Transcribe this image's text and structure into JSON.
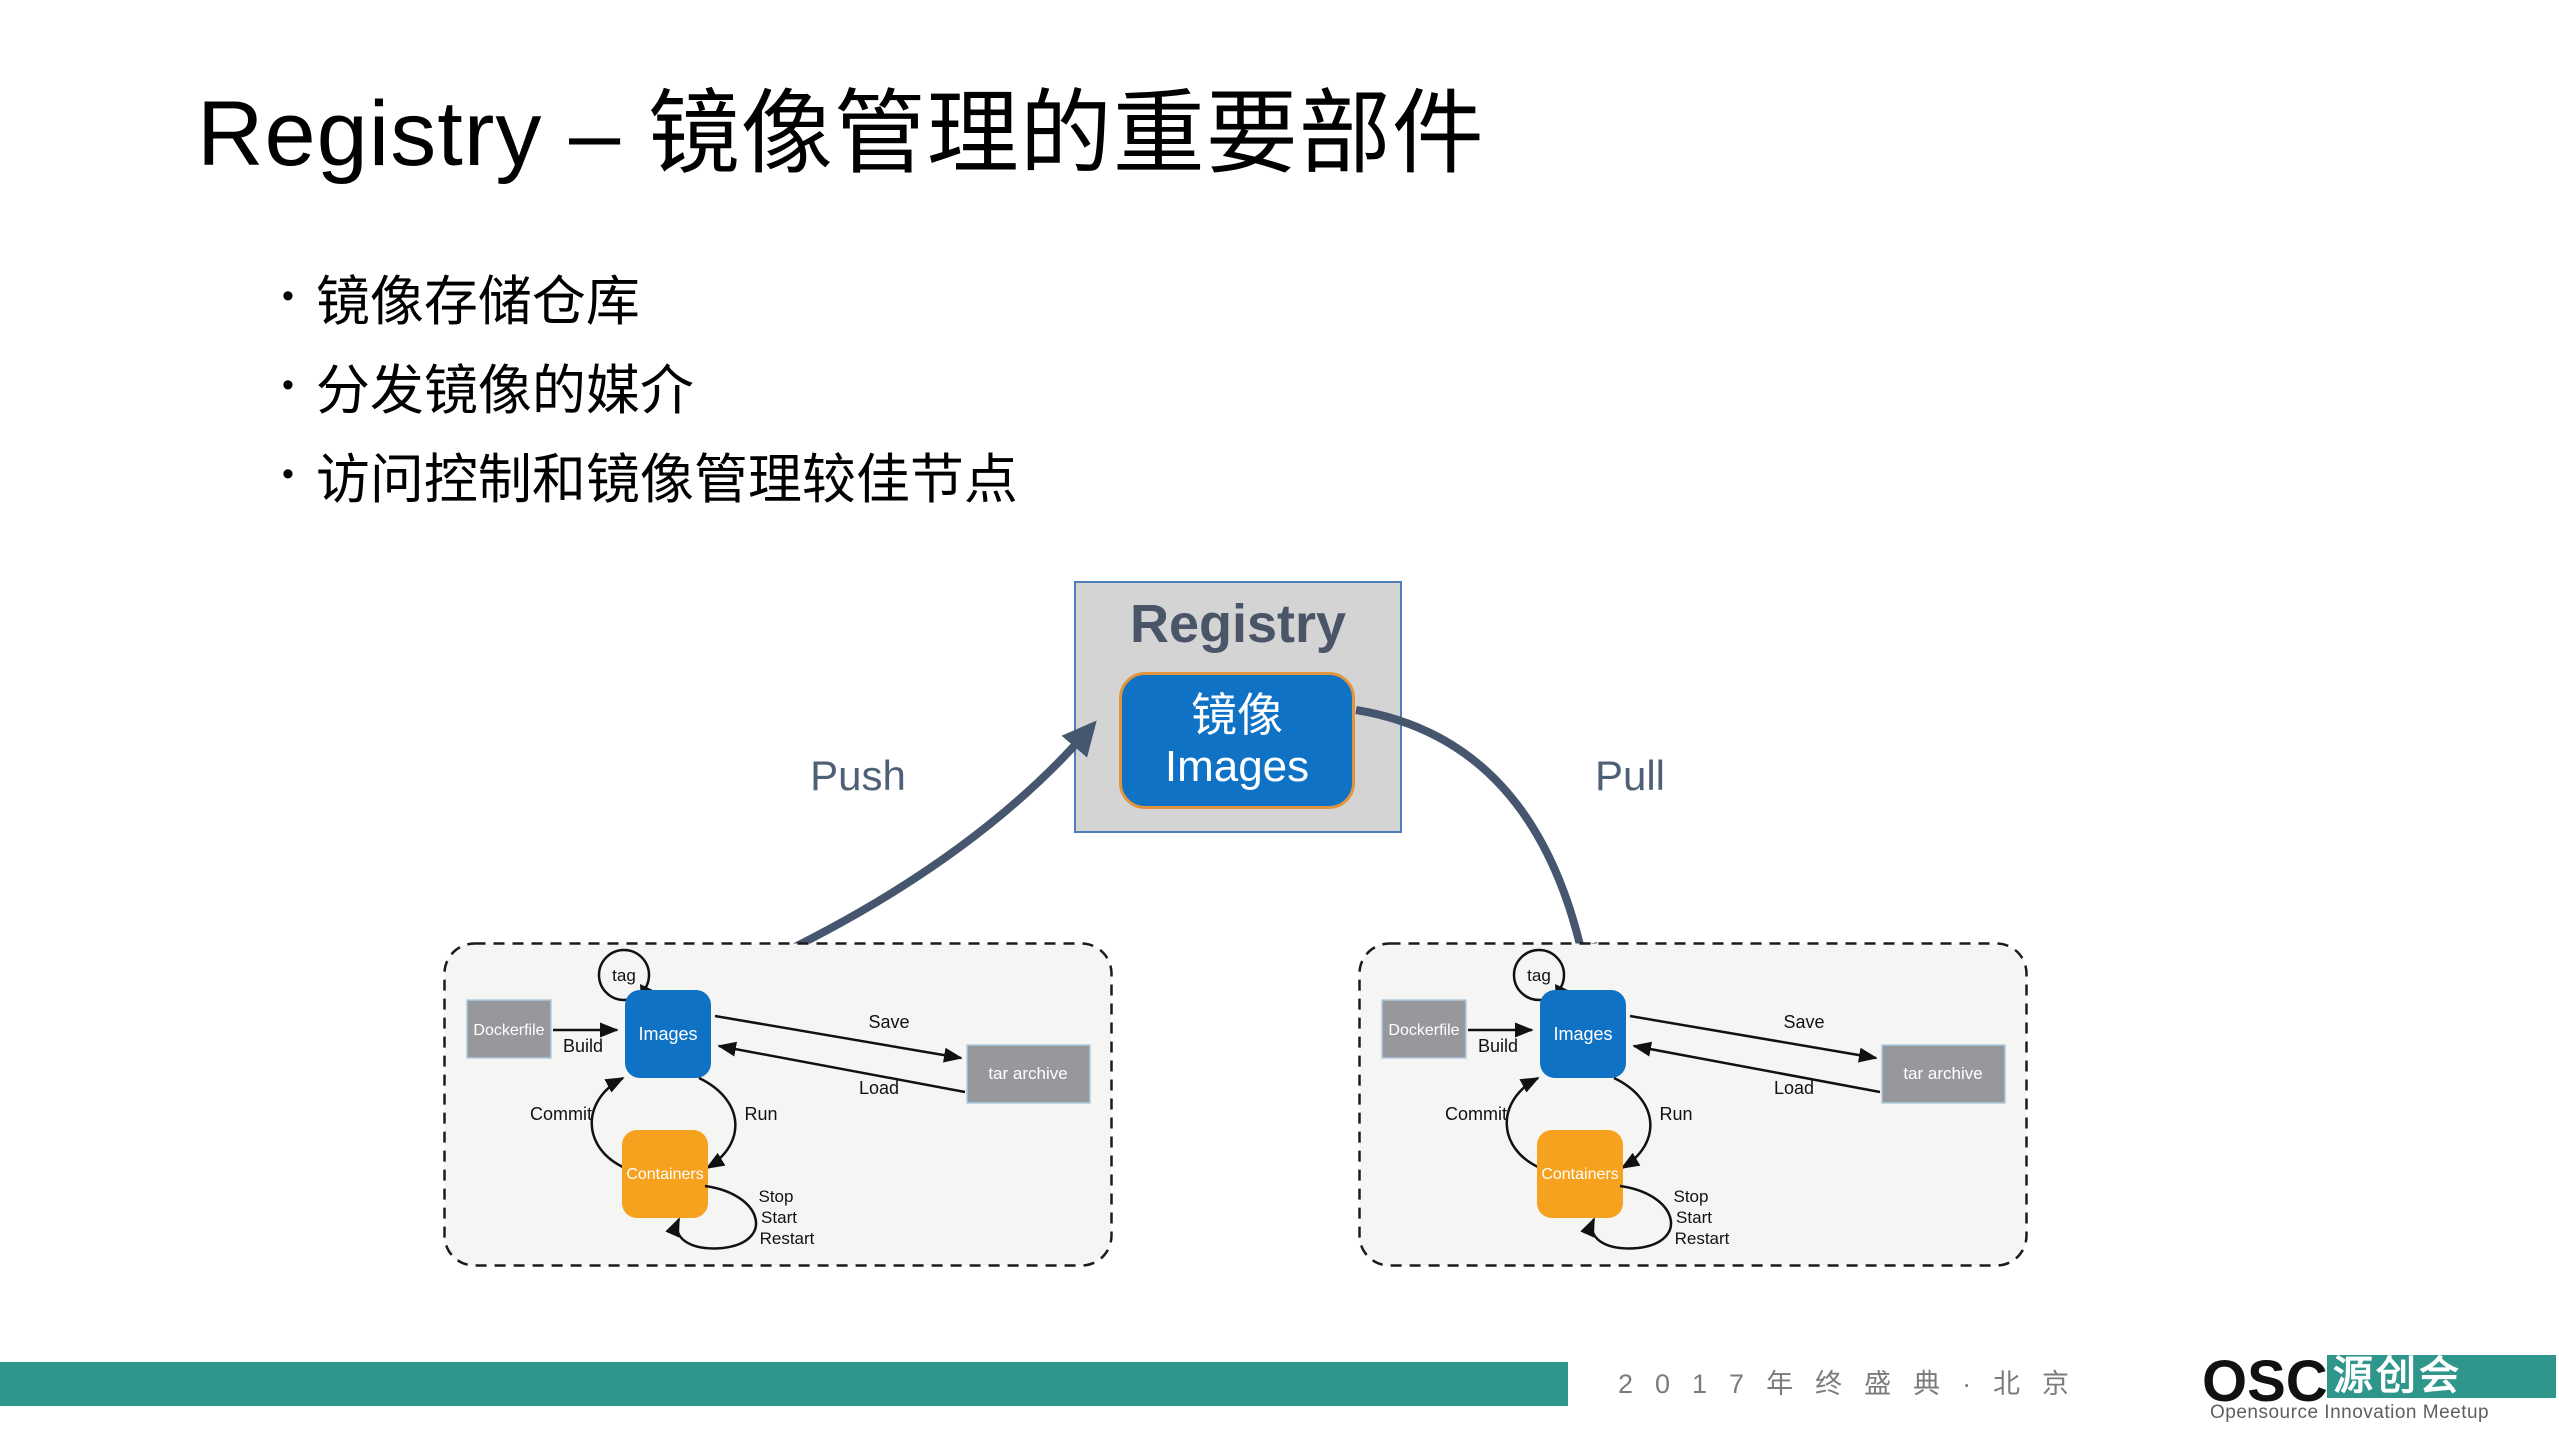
{
  "slide": {
    "title": "Registry – 镜像管理的重要部件",
    "bullet_glyph": "•",
    "bullets": [
      {
        "text": "镜像存储仓库"
      },
      {
        "text": "分发镜像的媒介"
      },
      {
        "text": "访问控制和镜像管理较佳节点"
      }
    ]
  },
  "registry": {
    "title": "Registry",
    "image_store_zh": "镜像",
    "image_store_en": "Images"
  },
  "flow": {
    "push": "Push",
    "pull": "Pull"
  },
  "docker_flow": {
    "dockerfile": "Dockerfile",
    "build": "Build",
    "tag": "tag",
    "images": "Images",
    "save": "Save",
    "load": "Load",
    "tar_archive": "tar archive",
    "commit": "Commit",
    "run": "Run",
    "containers": "Containers",
    "stop": "Stop",
    "start": "Start",
    "restart": "Restart"
  },
  "footer": {
    "event": "2017年终盛典·北京",
    "logo_text": "OSC",
    "logo_zh": "源创会",
    "tagline": "Opensource Innovation Meetup"
  },
  "colors": {
    "docker_blue": "#0f72c5",
    "container_orange": "#f6a21f",
    "box_gray": "#96989b",
    "registry_fill": "#d4d4d5",
    "registry_border": "#4d7fbe",
    "images_border_orange": "#e0953c",
    "arrow_slate": "#46566e",
    "flow_label": "#4d6076",
    "teal": "#2f968c"
  }
}
